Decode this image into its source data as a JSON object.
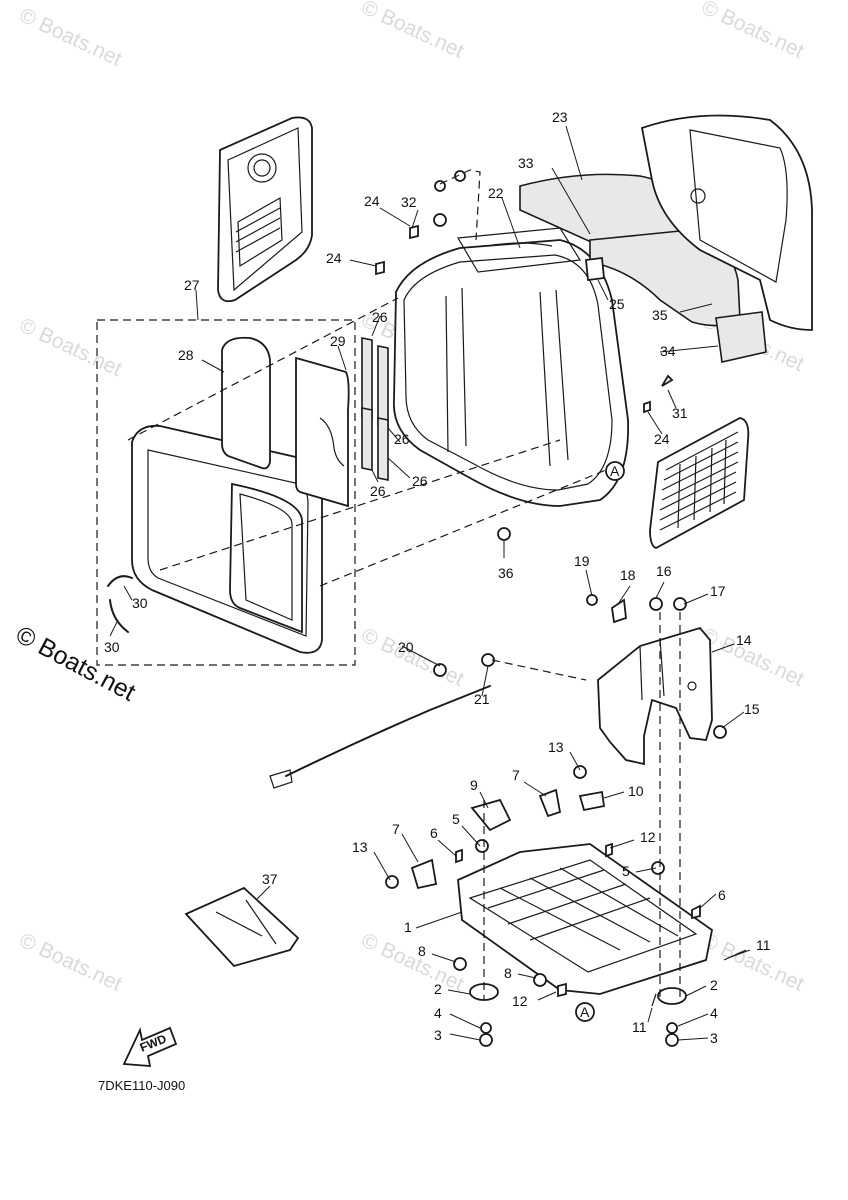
{
  "diagram_code": "7DKE110-J090",
  "fwd_label": "FWD",
  "ref_marker": "A",
  "watermark": "© Boats.net",
  "callouts": [
    "23",
    "33",
    "22",
    "32",
    "24",
    "24",
    "27",
    "25",
    "35",
    "26",
    "29",
    "28",
    "34",
    "31",
    "24",
    "26",
    "26",
    "26",
    "30",
    "30",
    "36",
    "19",
    "18",
    "16",
    "17",
    "14",
    "20",
    "21",
    "15",
    "13",
    "7",
    "10",
    "9",
    "5",
    "6",
    "7",
    "13",
    "12",
    "5",
    "37",
    "6",
    "1",
    "11",
    "8",
    "8",
    "12",
    "2",
    "4",
    "3",
    "11",
    "2",
    "4",
    "3"
  ]
}
